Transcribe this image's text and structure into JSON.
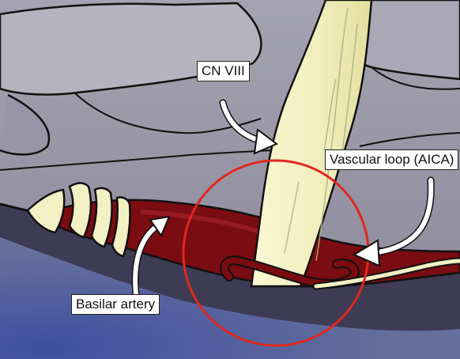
{
  "labels": {
    "cn_viii": "CN VIII",
    "vascular_loop": "Vascular loop (AICA)",
    "basilar_artery": "Basilar artery"
  },
  "colors": {
    "background_gray": "#8f8d9c",
    "dark_surface": "#3e3b55",
    "blue_wash": "#4a5aa8",
    "nerve_cream": "#f3f0c4",
    "artery_red": "#7a0c12",
    "highlight_circle": "#e0281f",
    "outline": "#111111",
    "arrow_white": "#ffffff"
  }
}
